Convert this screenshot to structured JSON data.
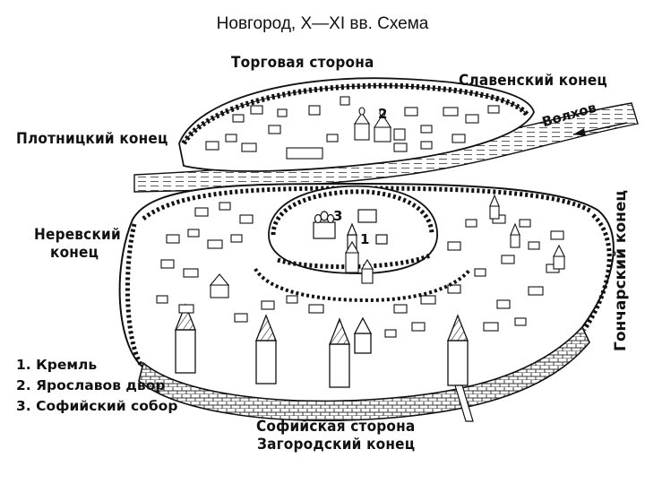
{
  "title": "Новгород, X—XI вв. Схема",
  "labels": {
    "torgovaya": "Торговая сторона",
    "slavensky": "Славенский конец",
    "plotnitsky": "Плотницкий конец",
    "volkhov": "Волхов",
    "nerevsky_1": "Неревский",
    "nerevsky_2": "конец",
    "goncharsky": "Гончарский конец",
    "sofiyskaya": "Софийская сторона",
    "zagorodsky": "Загородский конец"
  },
  "markers": {
    "m1": "1",
    "m2": "2",
    "m3": "3"
  },
  "legend": [
    "1. Кремль",
    "2. Ярославов двор",
    "3. Софийский собор"
  ]
}
